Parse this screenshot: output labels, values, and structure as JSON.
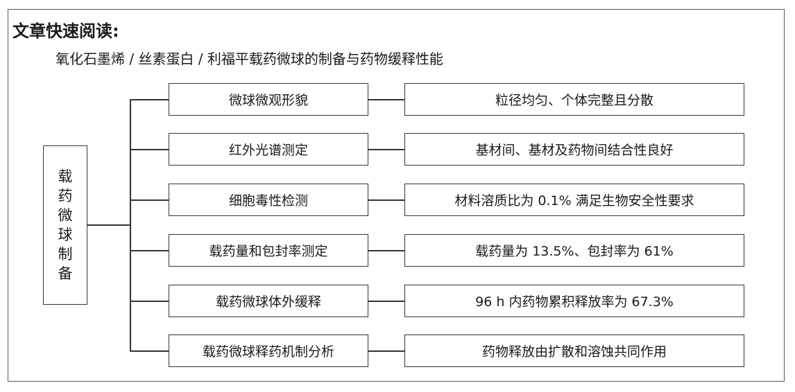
{
  "heading": "文章快速阅读:",
  "subtitle": "氧化石墨烯 / 丝素蛋白 / 利福平载药微球的制备与药物缓释性能",
  "root": {
    "label": "载药微球制备"
  },
  "rows": [
    {
      "method": "微球微观形貌",
      "result": "粒径均匀、个体完整且分散"
    },
    {
      "method": "红外光谱测定",
      "result": "基材间、基材及药物间结合性良好"
    },
    {
      "method": "细胞毒性检测",
      "result": "材料溶质比为 0.1% 满足生物安全性要求"
    },
    {
      "method": "载药量和包封率测定",
      "result": "载药量为 13.5%、包封率为 61%"
    },
    {
      "method": "载药微球体外缓释",
      "result": "96 h 内药物累积释放率为 67.3%"
    },
    {
      "method": "载药微球释药机制分析",
      "result": "药物释放由扩散和溶蚀共同作用"
    }
  ]
}
